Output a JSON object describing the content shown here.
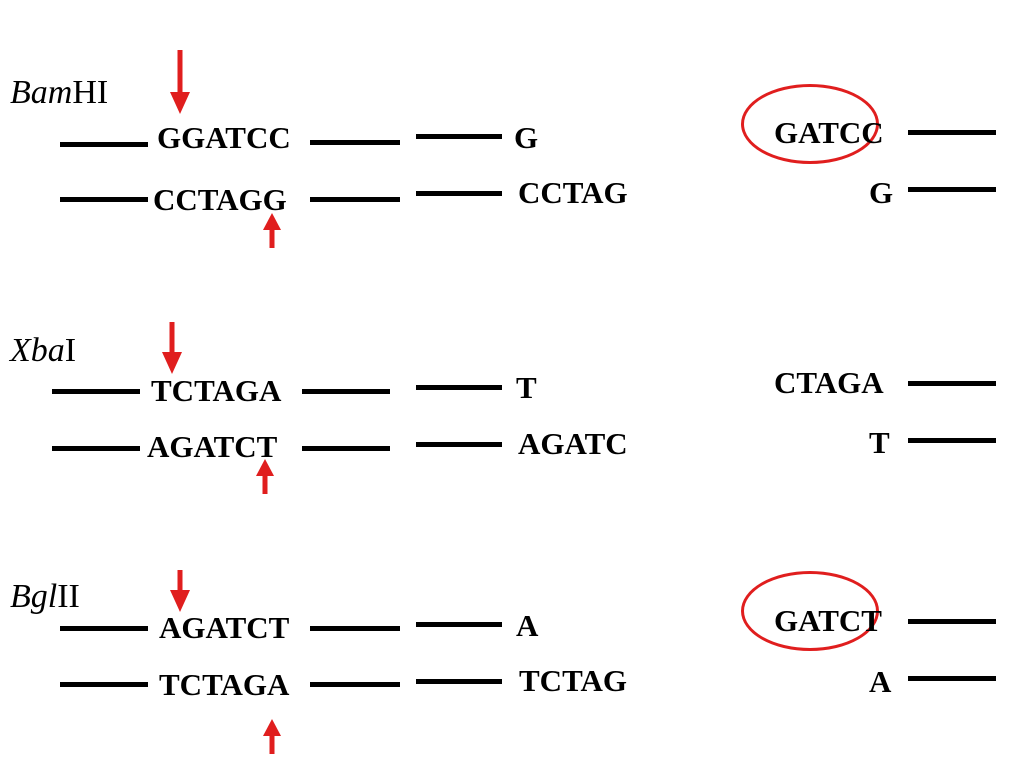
{
  "colors": {
    "strand": "#000000",
    "cut_arrow": "#e01e1e",
    "highlight": "#e01e1e"
  },
  "enzymes": [
    {
      "name_italic": "Bam",
      "name_roman": "HI",
      "site_top": "GGATCC",
      "site_bottom": "CCTAGG",
      "left_fragment_top": "G",
      "left_fragment_bottom": "CCTAG",
      "right_fragment_top": "GATCC",
      "right_fragment_bottom": "G",
      "sticky_end_highlighted": true
    },
    {
      "name_italic": "Xba",
      "name_roman": "I",
      "site_top": "TCTAGA",
      "site_bottom": "AGATCT",
      "left_fragment_top": "T",
      "left_fragment_bottom": "AGATC",
      "right_fragment_top": "CTAGA",
      "right_fragment_bottom": "T",
      "sticky_end_highlighted": false
    },
    {
      "name_italic": "Bgl",
      "name_roman": "II",
      "site_top": "AGATCT",
      "site_bottom": "TCTAGA",
      "left_fragment_top": "A",
      "left_fragment_bottom": "TCTAG",
      "right_fragment_top": "GATCT",
      "right_fragment_bottom": "A",
      "sticky_end_highlighted": true
    }
  ]
}
